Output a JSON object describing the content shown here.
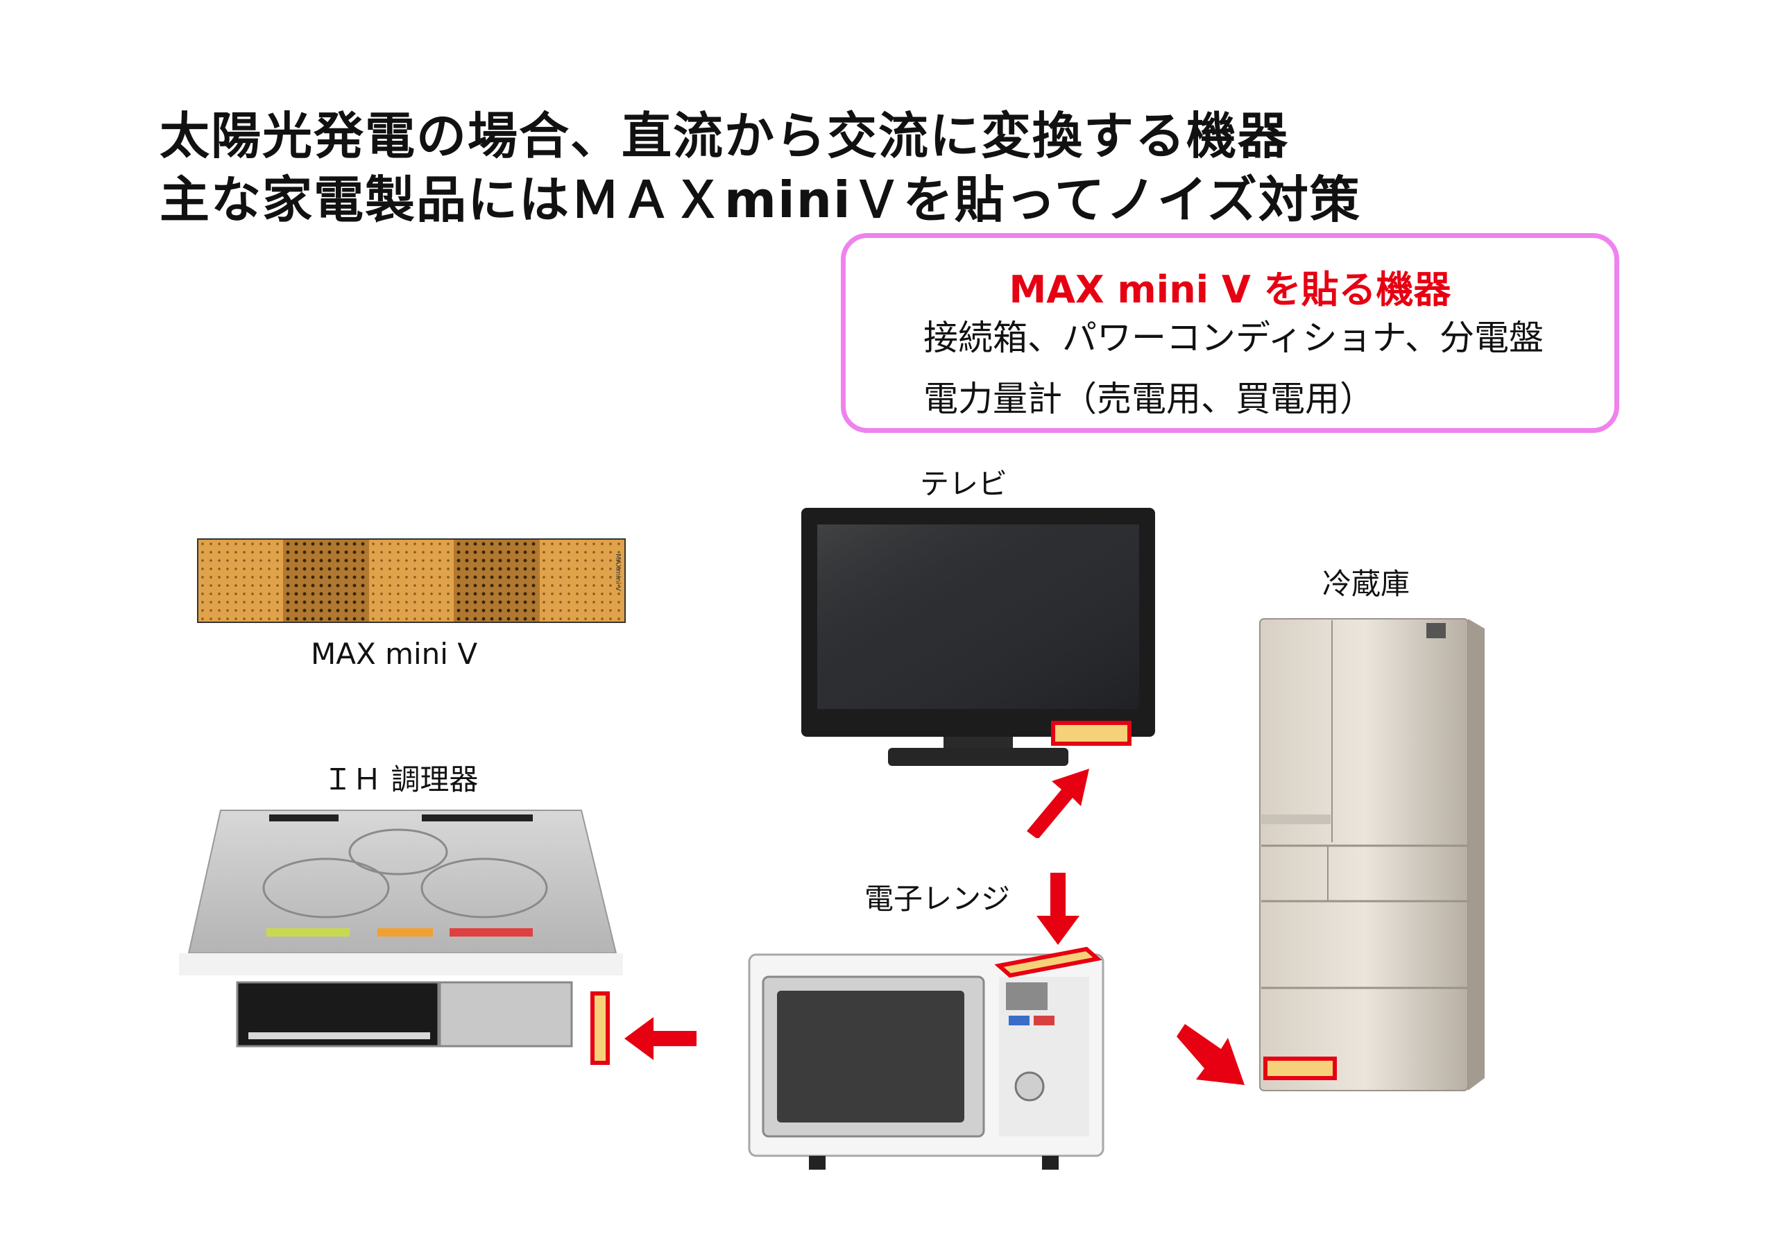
{
  "title": {
    "line1": "太陽光発電の場合、直流から交流に変換する機器",
    "line2": "主な家電製品にはＭＡＸminiＶを貼ってノイズ対策"
  },
  "callout": {
    "heading": "MAX mini V を貼る機器",
    "line1": "接続箱、パワーコンディショナ、分電盤",
    "line2": "電力量計（売電用、買電用）"
  },
  "product": {
    "label": "MAX mini V",
    "strip_text": "MAXmini V"
  },
  "appliances": {
    "tv": "テレビ",
    "fridge": "冷蔵庫",
    "ih": "ＩＨ 調理器",
    "microwave": "電子レンジ"
  },
  "colors": {
    "accent_red": "#e60012",
    "callout_border": "#ee82ee",
    "tile_gold": "#e0a24a"
  }
}
